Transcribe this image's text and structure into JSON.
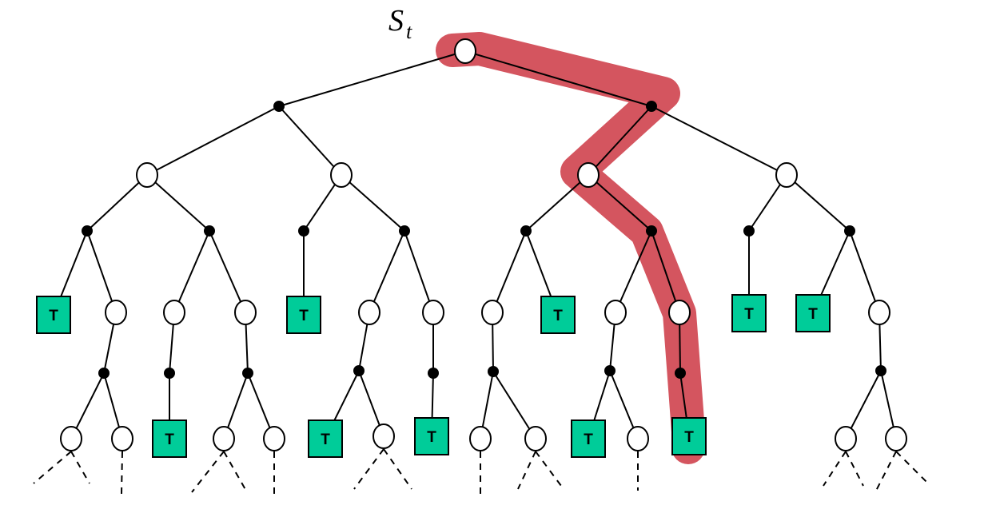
{
  "root_label": {
    "main": "S",
    "sub": "t"
  },
  "terminal_label": "T",
  "colors": {
    "highlight": "#d4555f",
    "terminal_fill": "#00cc99",
    "state_fill": "#ffffff",
    "action_fill": "#000000"
  }
}
